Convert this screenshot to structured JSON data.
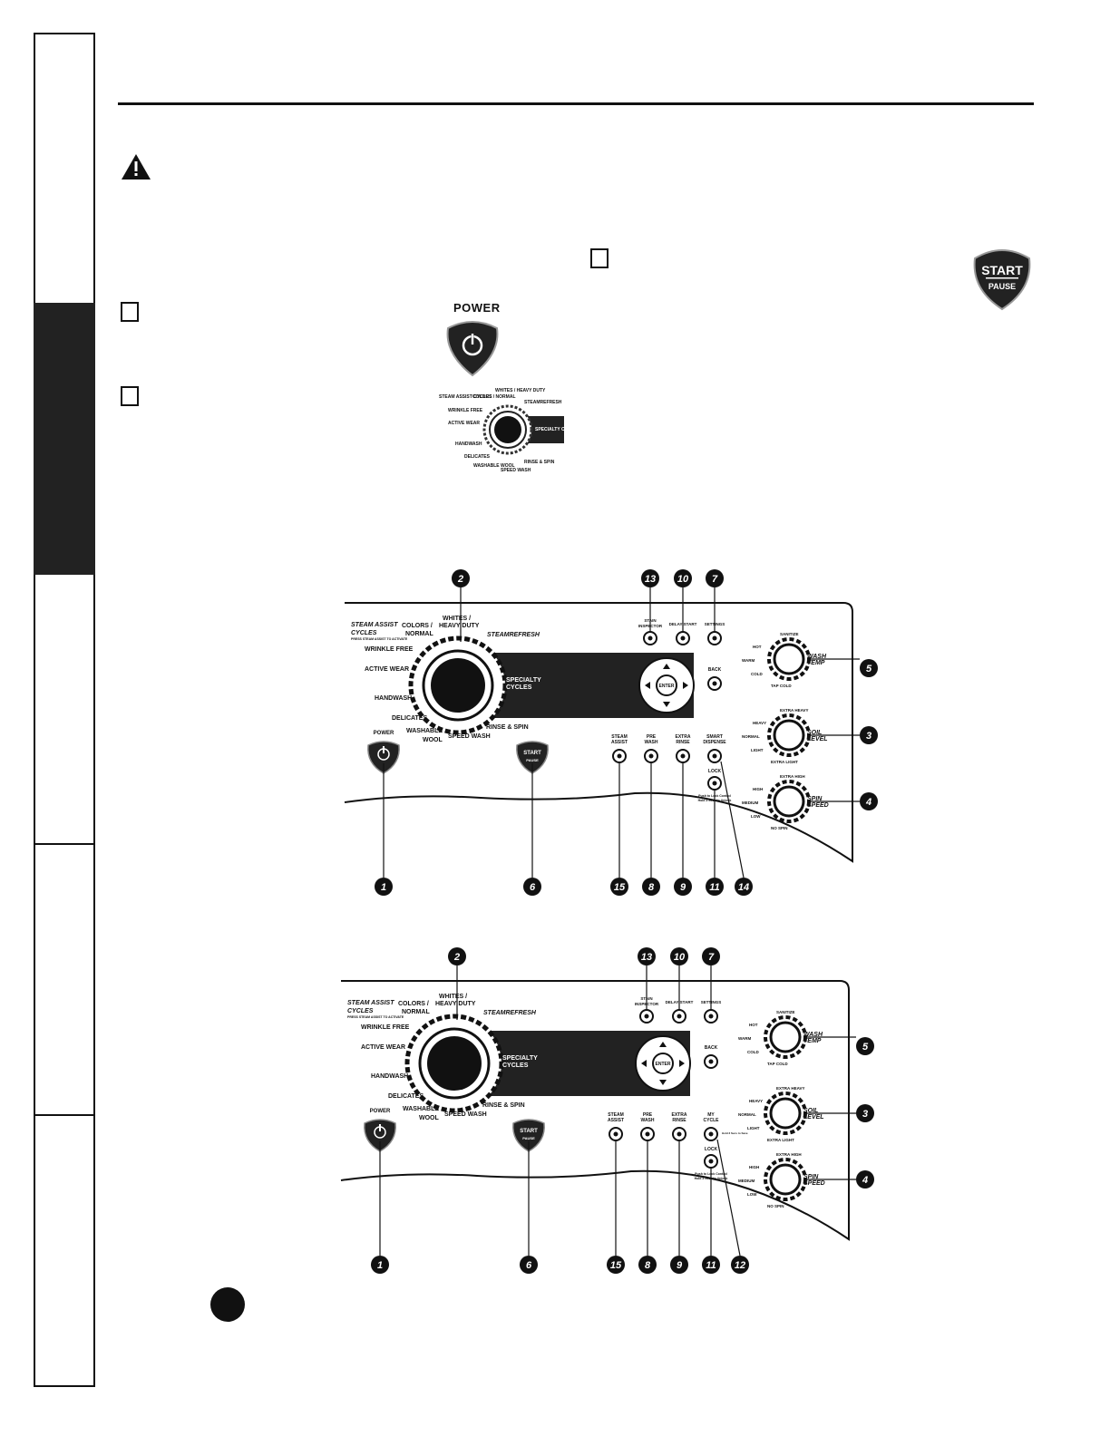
{
  "top_section": {
    "power_label": "POWER",
    "start_label": "START",
    "pause_label": "PAUSE"
  },
  "small_dial_labels": [
    "STEAM ASSIST CYCLES",
    "COLORS / NORMAL",
    "WHITES / HEAVY DUTY",
    "WRINKLE FREE",
    "STEAMREFRESH",
    "ACTIVE WEAR",
    "HANDWASH",
    "DELICATES",
    "WASHABLE WOOL",
    "SPEED WASH",
    "RINSE & SPIN",
    "SPECIALTY CYCLES"
  ],
  "panel": {
    "cycles": {
      "steam_assist": "STEAM ASSIST",
      "cycles": "CYCLES",
      "steam_note": "PRESS STEAM ASSIST TO ACTIVATE",
      "colors": "COLORS /",
      "normal": "NORMAL",
      "whites": "WHITES /",
      "heavy_duty": "HEAVY DUTY",
      "steamrefresh": "STEAMREFRESH",
      "wrinkle_free": "WRINKLE FREE",
      "active_wear": "ACTIVE WEAR",
      "handwash": "HANDWASH",
      "delicates": "DELICATES",
      "washable": "WASHABLE",
      "wool": "WOOL",
      "speed_wash": "SPEED WASH",
      "rinse_spin": "RINSE & SPIN",
      "specialty": "SPECIALTY",
      "specialty_cycles": "CYCLES"
    },
    "buttons": {
      "power": "POWER",
      "start": "START",
      "pause": "PAUSE",
      "enter": "ENTER",
      "back": "BACK",
      "stain_inspector_1": "STAIN",
      "stain_inspector_2": "INSPECTOR",
      "delay_start": "DELAY START",
      "settings": "SETTINGS",
      "steam_assist_1": "STEAM",
      "steam_assist_2": "ASSIST",
      "pre_wash_1": "PRE",
      "pre_wash_2": "WASH",
      "extra_rinse_1": "EXTRA",
      "extra_rinse_2": "RINSE",
      "smart_dispense_1": "SMART",
      "smart_dispense_2": "DISPENSE",
      "my_cycle_1": "MY",
      "my_cycle_2": "CYCLE",
      "my_cycle_note": "Hold 3 Secs to Save",
      "lock": "LOCK",
      "lock_note_1": "Push to Lock Control",
      "lock_note_2": "Hold 3 Secs to Unlock"
    },
    "wash_temp": {
      "title_1": "WASH",
      "title_2": "TEMP",
      "sanitize": "SANITIZE",
      "hot": "HOT",
      "warm": "WARM",
      "cold": "COLD",
      "tap_cold": "TAP COLD"
    },
    "soil_level": {
      "title_1": "SOIL",
      "title_2": "LEVEL",
      "extra_heavy": "EXTRA HEAVY",
      "heavy": "HEAVY",
      "normal": "NORMAL",
      "light": "LIGHT",
      "extra_light": "EXTRA LIGHT"
    },
    "spin_speed": {
      "title_1": "SPIN",
      "title_2": "SPEED",
      "extra_high": "EXTRA HIGH",
      "high": "HIGH",
      "medium": "MEDIUM",
      "low": "LOW",
      "no_spin": "NO SPIN"
    }
  },
  "callouts_panel1": {
    "top": [
      "2",
      "13",
      "10",
      "7"
    ],
    "right": [
      "5",
      "3",
      "4"
    ],
    "bottom": [
      "1",
      "6",
      "15",
      "8",
      "9",
      "11",
      "14"
    ]
  },
  "callouts_panel2": {
    "top": [
      "2",
      "13",
      "10",
      "7"
    ],
    "right": [
      "5",
      "3",
      "4"
    ],
    "bottom": [
      "1",
      "6",
      "15",
      "8",
      "9",
      "11",
      "12"
    ]
  }
}
